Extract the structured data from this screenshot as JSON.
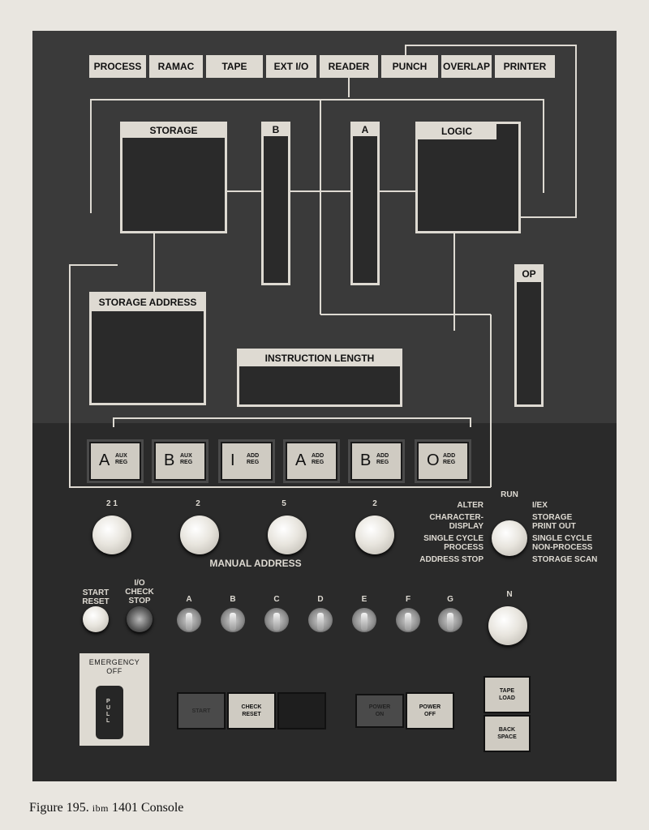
{
  "display_panel": {
    "units": [
      "PROCESS",
      "RAMAC",
      "TAPE",
      "EXT I/O",
      "READER",
      "PUNCH",
      "OVERLAP",
      "PRINTER"
    ],
    "storage": "STORAGE",
    "b_register": "B",
    "a_register": "A",
    "logic": "LOGIC",
    "op": "OP",
    "storage_address": "STORAGE ADDRESS",
    "instruction_length": "INSTRUCTION LENGTH"
  },
  "register_buttons": [
    {
      "letter": "A",
      "line1": "AUX",
      "line2": "REG"
    },
    {
      "letter": "B",
      "line1": "AUX",
      "line2": "REG"
    },
    {
      "letter": "I",
      "line1": "ADD",
      "line2": "REG"
    },
    {
      "letter": "A",
      "line1": "ADD",
      "line2": "REG"
    },
    {
      "letter": "B",
      "line1": "ADD",
      "line2": "REG"
    },
    {
      "letter": "O",
      "line1": "ADD",
      "line2": "REG"
    }
  ],
  "dial_numbers": [
    "2 1",
    "2",
    "5",
    "2"
  ],
  "manual_address": "MANUAL ADDRESS",
  "mode_switch": {
    "top": "RUN",
    "left": [
      "ALTER",
      "CHARACTER-",
      "DISPLAY",
      "SINGLE CYCLE",
      "PROCESS",
      "ADDRESS STOP"
    ],
    "right": [
      "I/EX",
      "STORAGE",
      "PRINT OUT",
      "SINGLE CYCLE",
      "NON-PROCESS",
      "STORAGE SCAN"
    ]
  },
  "start_reset": [
    "START",
    "RESET"
  ],
  "io_check_stop": [
    "I/O",
    "CHECK",
    "STOP"
  ],
  "toggle_switches": [
    "A",
    "B",
    "C",
    "D",
    "E",
    "F",
    "G"
  ],
  "n_dial": "N",
  "emergency": {
    "line1": "EMERGENCY",
    "line2": "OFF",
    "handle": "PULL"
  },
  "buttons": {
    "start": "START",
    "check_reset": [
      "CHECK",
      "RESET"
    ],
    "power_on": [
      "POWER",
      "ON"
    ],
    "power_off": [
      "POWER",
      "OFF"
    ],
    "tape_load": [
      "TAPE",
      "LOAD"
    ],
    "back_space": [
      "BACK",
      "SPACE"
    ]
  },
  "caption": {
    "figure": "Figure 195.",
    "sc": "ibm",
    "rest": " 1401 Console"
  },
  "colors": {
    "panel": "#3a3a3a",
    "label_plate": "#dedad2",
    "paper": "#e9e6e0"
  }
}
